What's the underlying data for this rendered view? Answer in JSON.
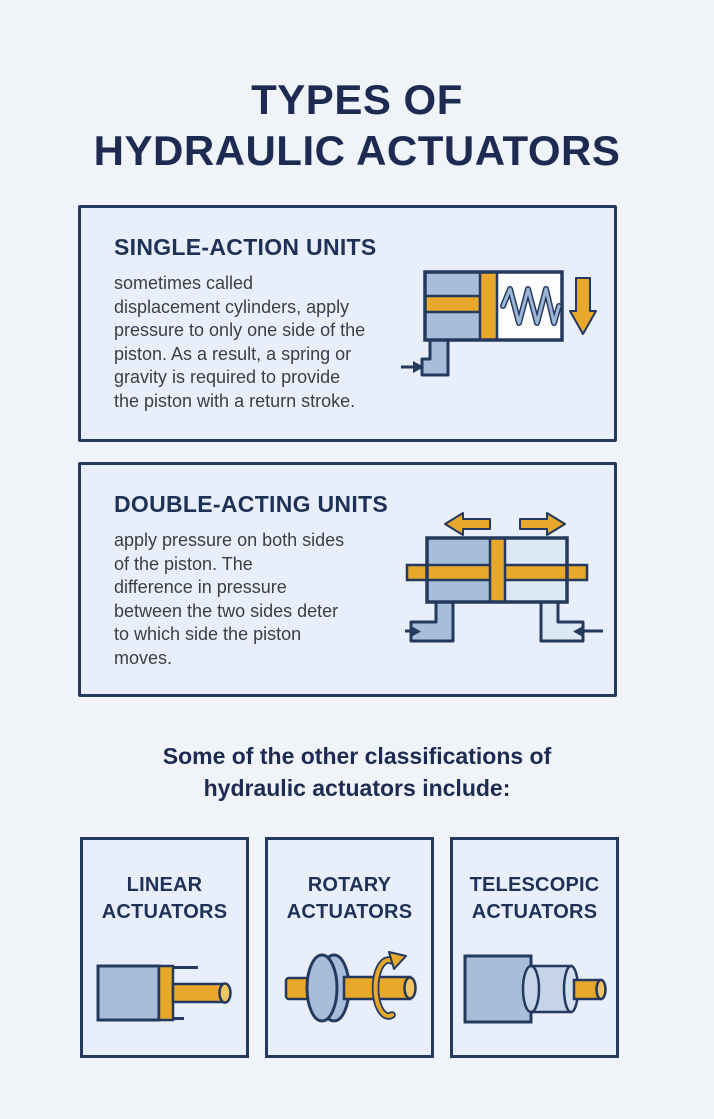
{
  "poster": {
    "title_lines": [
      "TYPES OF",
      "HYDRAULIC ACTUATORS"
    ],
    "subheading_lines": [
      "Some of the other classifications of",
      "hydraulic actuators include:"
    ]
  },
  "sections": {
    "single_action": {
      "heading": "SINGLE-ACTION UNITS",
      "body_lines": [
        "sometimes called",
        "displacement cylinders, apply",
        "pressure to only one side of the",
        "piston. As a result, a spring or",
        "gravity is required to provide",
        "the piston with a return stroke."
      ],
      "icon": "single-action-cylinder-with-return-spring"
    },
    "double_acting": {
      "heading": "DOUBLE-ACTING UNITS",
      "body_lines": [
        "apply pressure on both sides",
        "of the piston. The",
        "difference in pressure",
        "between the two sides deter",
        "to which side the piston",
        "moves."
      ],
      "icon": "double-acting-cylinder-with-two-ports"
    }
  },
  "classifications": [
    {
      "label_lines": [
        "LINEAR",
        "ACTUATORS"
      ],
      "icon": "linear-actuator-cylinder"
    },
    {
      "label_lines": [
        "ROTARY",
        "ACTUATORS"
      ],
      "icon": "rotary-actuator-shaft-with-rotation-arrow"
    },
    {
      "label_lines": [
        "TELESCOPIC",
        "ACTUATORS"
      ],
      "icon": "telescopic-nested-cylinders"
    }
  ],
  "colors": {
    "background": "#f0f3f8",
    "card_background": "#e9effa",
    "navy_outline": "#24395e",
    "title_text": "#1d2b52",
    "heading_text": "#1e3156",
    "body_text": "#3a3f45",
    "gold": "#e7a82b",
    "gold_light": "#f0c463",
    "steel_blue": "#a7bedb",
    "light_blue": "#dce8f4",
    "spring_blue": "#9db6d6"
  }
}
